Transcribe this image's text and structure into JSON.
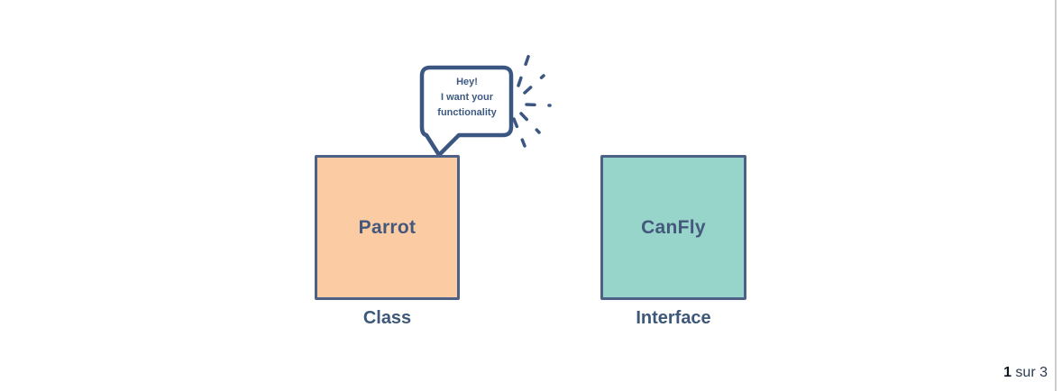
{
  "page": {
    "background_color": "#ffffff",
    "edge_line_color": "#cbcbd2",
    "indicator": {
      "current": "1",
      "rest": "sur 3"
    }
  },
  "diagram": {
    "speech_bubble": {
      "lines": {
        "0": "Hey!",
        "1": "I want your",
        "2": "functionality"
      },
      "border_color": "#3b5680",
      "fill_color": "#ffffff",
      "text_color": "#3d5a80"
    },
    "emphasis_marks": {
      "icon": "excitement-dashes",
      "color": "#3b5680"
    },
    "nodes": {
      "0": {
        "label": "Parrot",
        "caption": "Class",
        "fill_color": "#fbcba4",
        "border_color": "#4d6186"
      },
      "1": {
        "label": "CanFly",
        "caption": "Interface",
        "fill_color": "#97d4c9",
        "border_color": "#4d6186"
      }
    },
    "text_color": "#3d5878"
  }
}
